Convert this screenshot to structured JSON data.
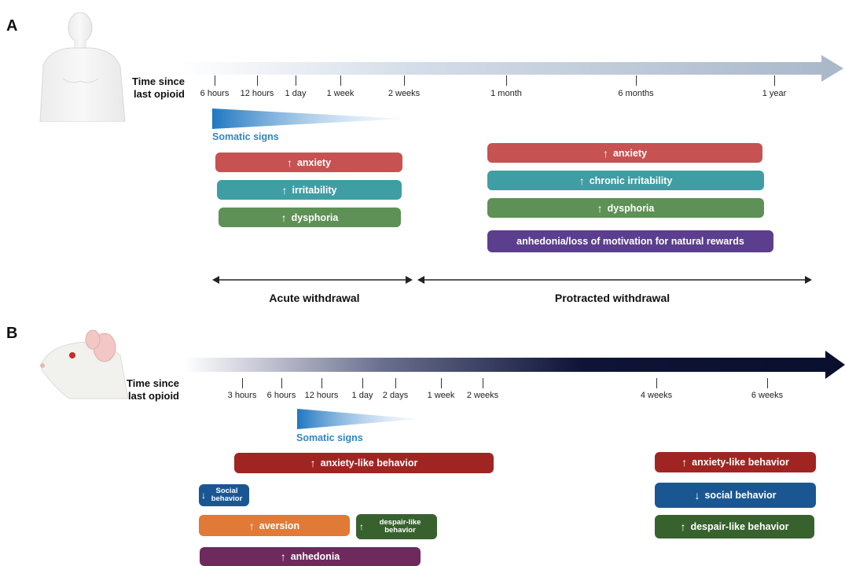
{
  "panel_a": {
    "letter": "A",
    "time_label": [
      "Time since",
      "last opioid"
    ],
    "ticks": [
      "6 hours",
      "12 hours",
      "1 day",
      "1 week",
      "2 weeks",
      "1 month",
      "6 months",
      "1 year"
    ],
    "somatic_label": "Somatic signs",
    "acute_bars": [
      "anxiety",
      "irritability",
      "dysphoria"
    ],
    "protracted_bars": [
      "anxiety",
      "chronic irritability",
      "dysphoria",
      "anhedonia/loss of motivation for natural rewards"
    ],
    "acute_label": "Acute withdrawal",
    "protracted_label": "Protracted withdrawal"
  },
  "panel_b": {
    "letter": "B",
    "time_label": [
      "Time since",
      "last opioid"
    ],
    "ticks": [
      "3 hours",
      "6 hours",
      "12 hours",
      "1 day",
      "2 days",
      "1 week",
      "2 weeks",
      "4 weeks",
      "6 weeks"
    ],
    "somatic_label": "Somatic signs",
    "bars": {
      "anxiety_like": "anxiety-like behavior",
      "social_small": "Social behavior",
      "aversion": "aversion",
      "despair_small": "despair-like behavior",
      "anhedonia": "anhedonia",
      "anxiety_like_late": "anxiety-like behavior",
      "social_late": "social behavior",
      "despair_late": "despair-like behavior"
    }
  },
  "colors": {
    "red": "#c75252",
    "teal": "#3f9ea3",
    "green": "#5e9155",
    "purple": "#5b3e8e",
    "dark_red": "#a02522",
    "blue": "#1a5792",
    "orange": "#e07a36",
    "dark_green": "#37622e",
    "plum": "#6e2a5c",
    "somatic": "#2f86c6"
  }
}
